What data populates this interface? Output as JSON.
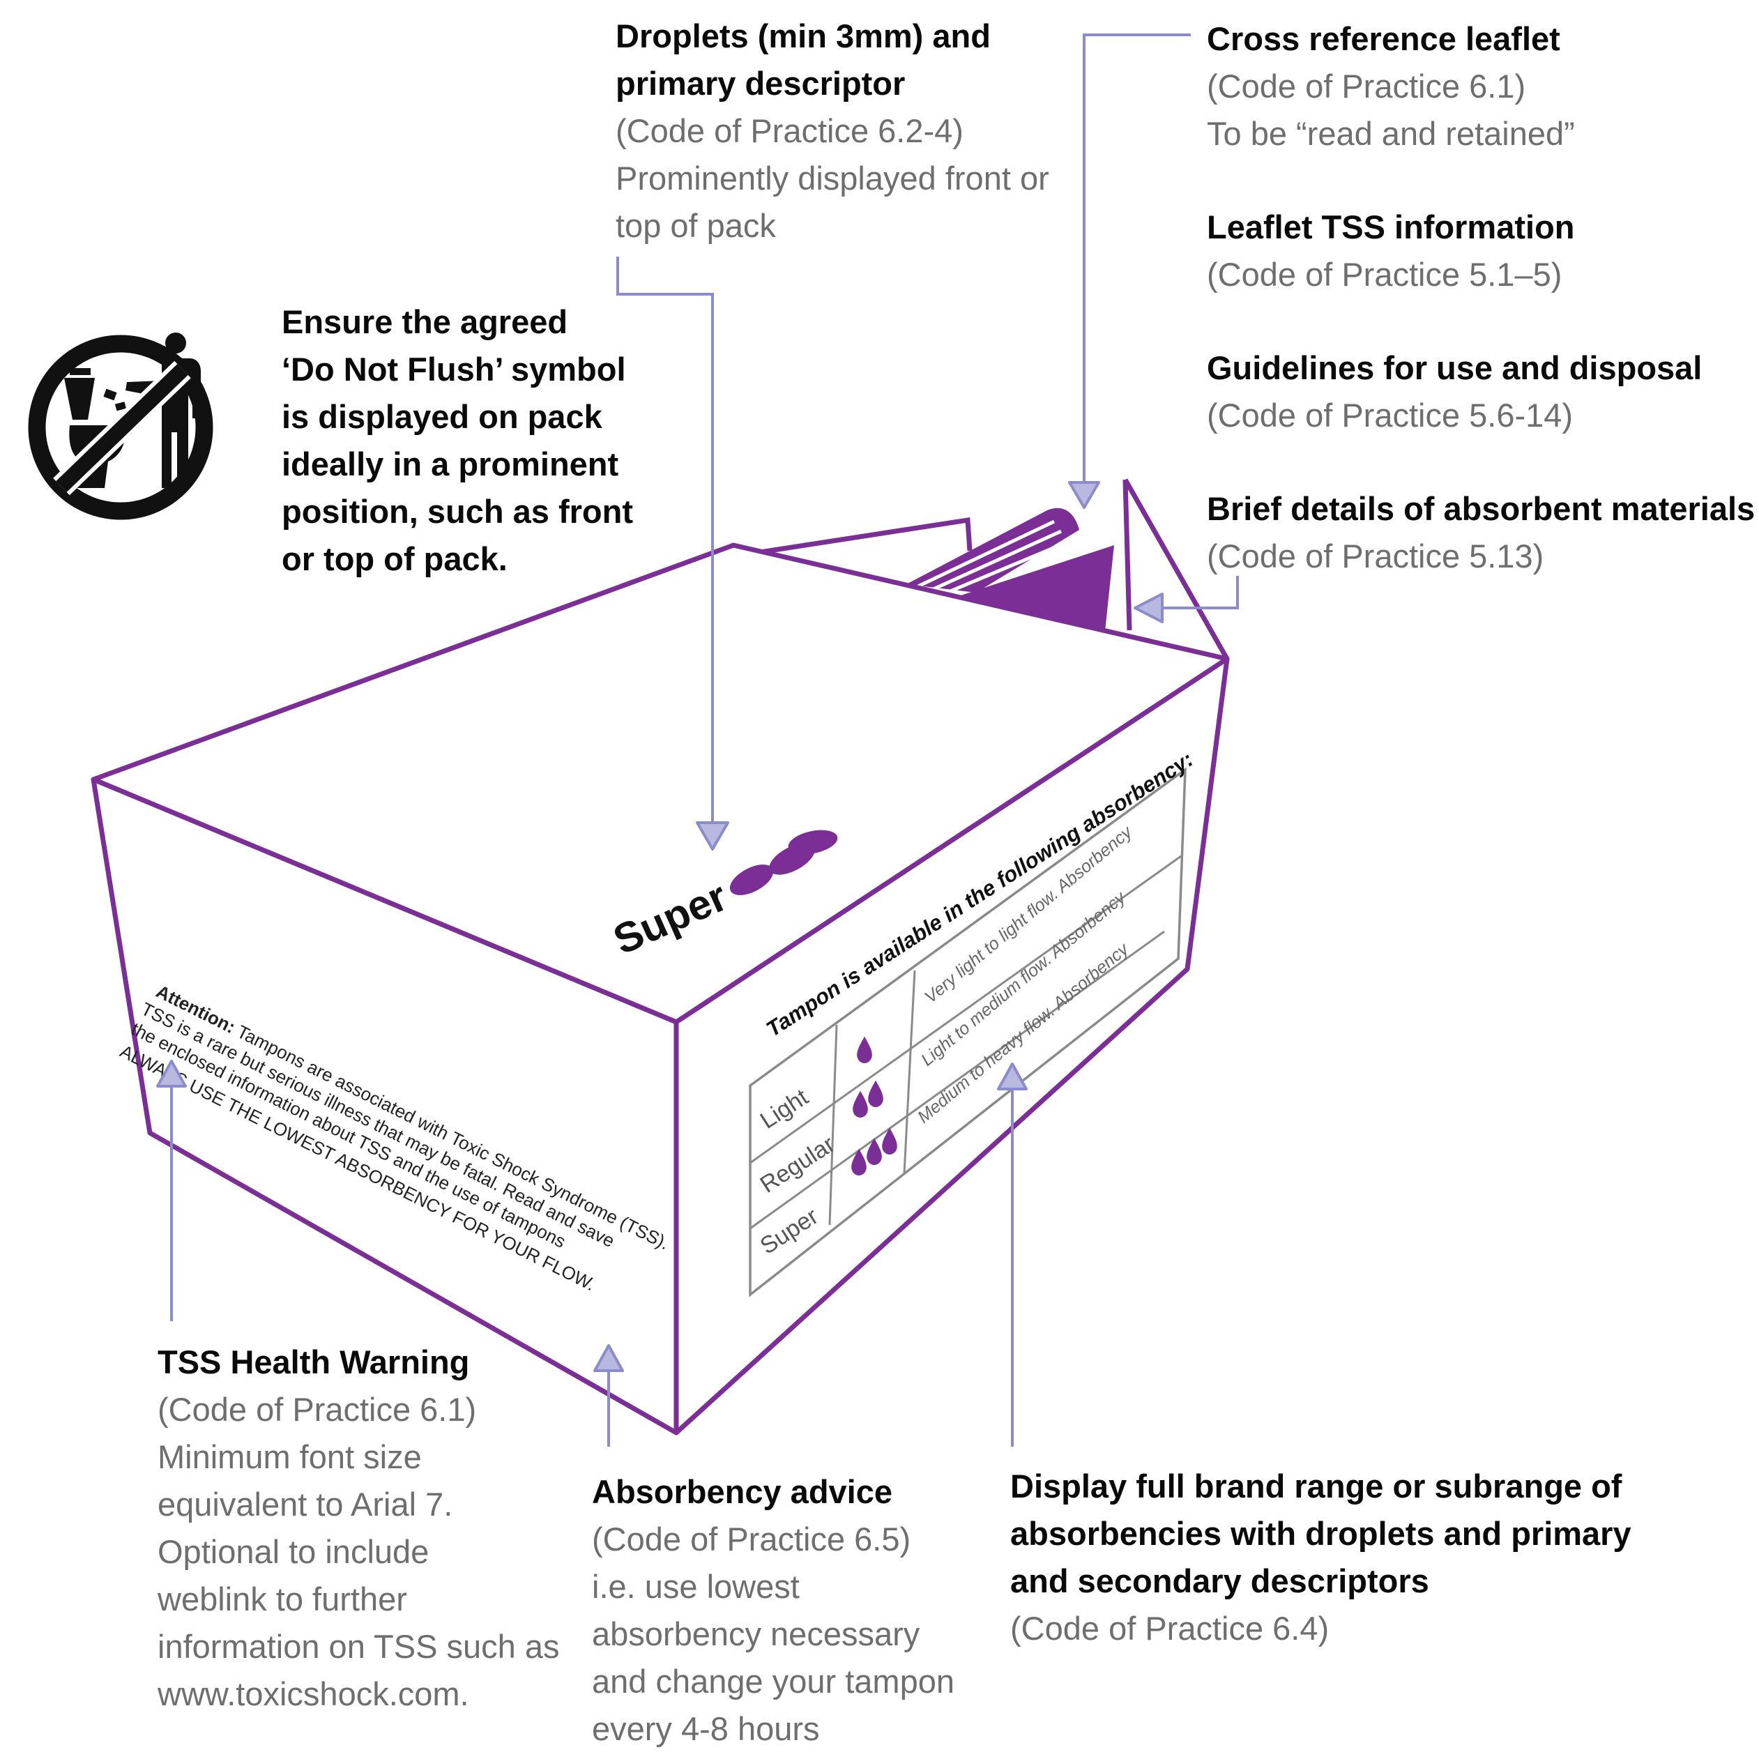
{
  "colors": {
    "box_outline": "#7b2e96",
    "droplet": "#7b2e96",
    "arrow": "#8c8cca",
    "title_text": "#0a0a0a",
    "sub_text": "#6e6e6e",
    "table_line": "#8a8a8a"
  },
  "annotations": {
    "droplets": {
      "title_lines": [
        "Droplets (min 3mm) and",
        "primary descriptor"
      ],
      "sub_lines": [
        "(Code of Practice 6.2-4)",
        "Prominently displayed front or",
        "top of pack"
      ]
    },
    "cross_reference": {
      "title_lines": [
        "Cross reference leaflet"
      ],
      "sub_lines": [
        "(Code of Practice 6.1)",
        "To be “read and retained”"
      ]
    },
    "leaflet_tss": {
      "title_lines": [
        "Leaflet TSS information"
      ],
      "sub_lines": [
        "(Code of Practice 5.1–5)"
      ]
    },
    "guidelines": {
      "title_lines": [
        "Guidelines for use and disposal"
      ],
      "sub_lines": [
        "(Code of Practice 5.6-14)"
      ]
    },
    "absorbent_materials": {
      "title_lines": [
        "Brief details of absorbent materials"
      ],
      "sub_lines": [
        "(Code of Practice 5.13)"
      ]
    },
    "do_not_flush": {
      "title_lines": [
        "Ensure the agreed",
        "‘Do Not Flush’ symbol",
        "is displayed on pack",
        "ideally in a prominent",
        "position, such as front",
        "or top of pack."
      ]
    },
    "tss_warning": {
      "title_lines": [
        "TSS Health Warning"
      ],
      "sub_lines": [
        "(Code of Practice 6.1)",
        "Minimum font size",
        "equivalent to Arial 7.",
        "Optional to include",
        "weblink to further",
        "information on TSS such as",
        "www.toxicshock.com."
      ]
    },
    "absorbency_advice": {
      "title_lines": [
        "Absorbency advice"
      ],
      "sub_lines": [
        "(Code of Practice 6.5)",
        "i.e. use lowest",
        "absorbency necessary",
        "and change your tampon",
        "every 4-8 hours"
      ]
    },
    "brand_range": {
      "title_lines": [
        "Display full brand range or subrange of",
        "absorbencies with droplets and primary",
        "and secondary descriptors"
      ],
      "sub_lines": [
        "(Code of Practice 6.4)"
      ]
    }
  },
  "pack": {
    "front_label": "Super",
    "warning_lines": [
      {
        "bold": "Attention:",
        "text": " Tampons are associated with Toxic Shock Syndrome (TSS)."
      },
      {
        "bold": "",
        "text": "TSS is a rare but serious illness that may be fatal. Read and save"
      },
      {
        "bold": "",
        "text": "the enclosed information about TSS and the use of tampons"
      },
      {
        "bold": "",
        "text": "ALWAYS USE THE LOWEST ABSORBENCY FOR YOUR FLOW."
      }
    ],
    "side_table": {
      "heading": "Tampon is available in the following absorbency:",
      "rows": [
        {
          "name": "Light",
          "drops": 1,
          "desc": "Very light to light flow. Absorbency"
        },
        {
          "name": "Regular",
          "drops": 2,
          "desc": "Light to medium flow. Absorbency"
        },
        {
          "name": "Super",
          "drops": 3,
          "desc": "Medium to heavy flow. Absorbency"
        }
      ]
    }
  }
}
